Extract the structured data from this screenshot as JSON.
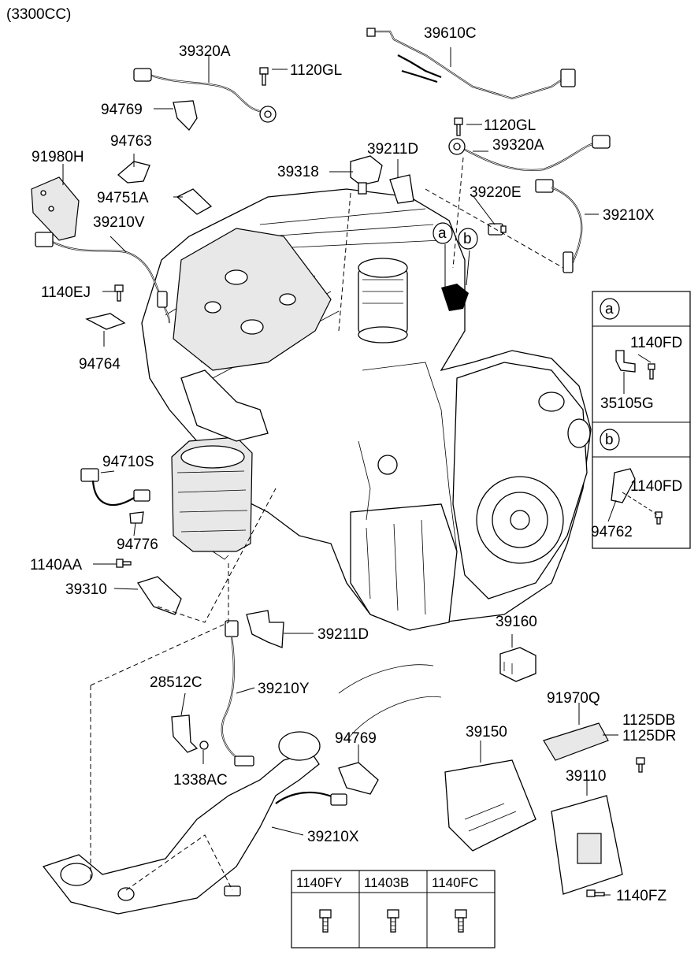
{
  "header": {
    "engine_spec": "(3300CC)"
  },
  "callouts": [
    {
      "id": "39320A_top",
      "text": "39320A"
    },
    {
      "id": "1120GL_top",
      "text": "1120GL"
    },
    {
      "id": "39610C",
      "text": "39610C"
    },
    {
      "id": "94769_top",
      "text": "94769"
    },
    {
      "id": "94763",
      "text": "94763"
    },
    {
      "id": "91980H",
      "text": "91980H"
    },
    {
      "id": "94751A",
      "text": "94751A"
    },
    {
      "id": "39210V",
      "text": "39210V"
    },
    {
      "id": "1120GL_mid",
      "text": "1120GL"
    },
    {
      "id": "39320A_mid",
      "text": "39320A"
    },
    {
      "id": "39211D_top",
      "text": "39211D"
    },
    {
      "id": "39318",
      "text": "39318"
    },
    {
      "id": "39220E",
      "text": "39220E"
    },
    {
      "id": "39210X_top",
      "text": "39210X"
    },
    {
      "id": "1140EJ",
      "text": "1140EJ"
    },
    {
      "id": "94764",
      "text": "94764"
    },
    {
      "id": "94710S",
      "text": "94710S"
    },
    {
      "id": "94776",
      "text": "94776"
    },
    {
      "id": "1140AA",
      "text": "1140AA"
    },
    {
      "id": "39310",
      "text": "39310"
    },
    {
      "id": "39211D_low",
      "text": "39211D"
    },
    {
      "id": "39160",
      "text": "39160"
    },
    {
      "id": "28512C",
      "text": "28512C"
    },
    {
      "id": "39210Y",
      "text": "39210Y"
    },
    {
      "id": "91970Q",
      "text": "91970Q"
    },
    {
      "id": "1125DB",
      "text": "1125DB"
    },
    {
      "id": "1125DR",
      "text": "1125DR"
    },
    {
      "id": "94769_low",
      "text": "94769"
    },
    {
      "id": "39150",
      "text": "39150"
    },
    {
      "id": "1338AC",
      "text": "1338AC"
    },
    {
      "id": "39110",
      "text": "39110"
    },
    {
      "id": "39210X_low",
      "text": "39210X"
    },
    {
      "id": "1140FZ",
      "text": "1140FZ"
    }
  ],
  "markers": {
    "a": "a",
    "b": "b"
  },
  "detail_a": {
    "marker": "a",
    "labels": [
      "1140FD",
      "35105G"
    ]
  },
  "detail_b": {
    "marker": "b",
    "labels": [
      "1140FD",
      "94762"
    ]
  },
  "bolt_table": {
    "headers": [
      "1140FY",
      "11403B",
      "1140FC"
    ]
  }
}
